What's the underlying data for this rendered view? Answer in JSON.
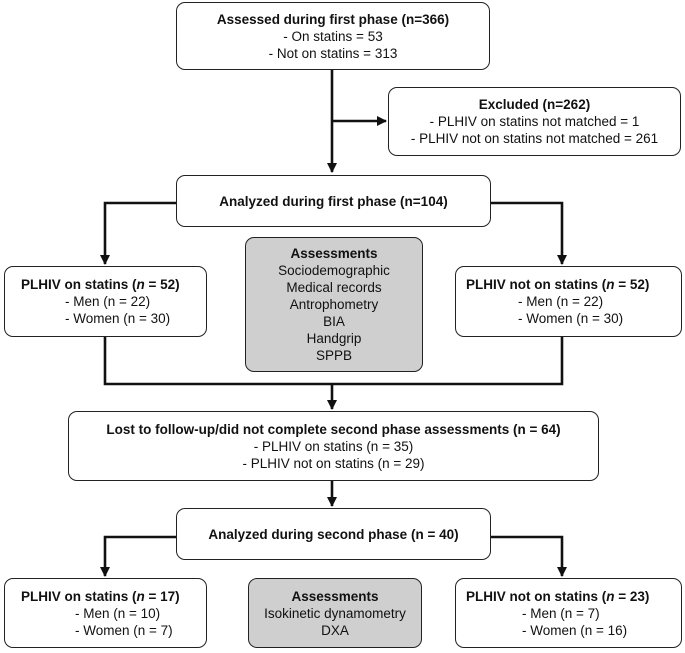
{
  "assessed": {
    "title": "Assessed during first phase (n=366)",
    "items": [
      "- On statins = 53",
      "- Not on statins = 313"
    ]
  },
  "excluded": {
    "title": "Excluded (n=262)",
    "items": [
      "- PLHIV on statins not matched = 1",
      "- PLHIV not on statins not matched = 261"
    ]
  },
  "analyzed_first": {
    "title": "Analyzed during first phase (n=104)"
  },
  "first_on_statins": {
    "title_pre": "PLHIV on statins (",
    "title_n": "n",
    "title_post": " = 52)",
    "items": [
      "- Men (n = 22)",
      "- Women (n = 30)"
    ]
  },
  "first_not_on_statins": {
    "title_pre": "PLHIV not on statins (",
    "title_n": "n",
    "title_post": " = 52)",
    "items": [
      "- Men (n = 22)",
      "- Women (n = 30)"
    ]
  },
  "assessments_first": {
    "title": "Assessments",
    "items": [
      "Sociodemographic",
      "Medical records",
      "Antrophometry",
      "BIA",
      "Handgrip",
      "SPPB"
    ]
  },
  "lost": {
    "title": "Lost to follow-up/did not complete second phase assessments (n = 64)",
    "items": [
      "- PLHIV on statins (n = 35)",
      "- PLHIV not on statins (n = 29)"
    ]
  },
  "analyzed_second": {
    "title": "Analyzed during second phase (n = 40)"
  },
  "second_on_statins": {
    "title_pre": "PLHIV on statins (",
    "title_n": "n",
    "title_post": " = 17)",
    "items": [
      "- Men (n = 10)",
      "- Women (n = 7)"
    ]
  },
  "second_not_on_statins": {
    "title_pre": "PLHIV not on statins (",
    "title_n": "n",
    "title_post": " = 23)",
    "items": [
      "- Men (n = 7)",
      "- Women (n = 16)"
    ]
  },
  "assessments_second": {
    "title": "Assessments",
    "items": [
      "Isokinetic dynamometry",
      "DXA"
    ]
  }
}
